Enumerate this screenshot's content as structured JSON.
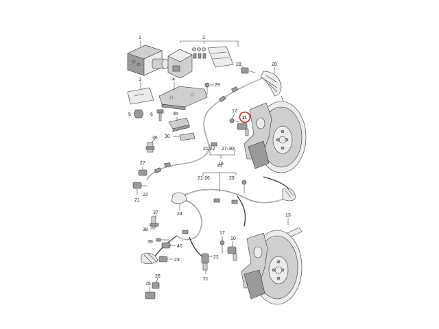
{
  "callouts": {
    "c1": "1",
    "c2": "2",
    "c3": "3",
    "c4": "4",
    "c5": "5",
    "c6": "6",
    "c28": "28",
    "c20": "20",
    "c29a": "29",
    "c35": "35",
    "c12": "12",
    "c11": "11",
    "c30": "30",
    "c36": "36",
    "c27": "27",
    "c22a": "22",
    "c21a": "21",
    "c21_22": "21,22",
    "c27_30": "27-30",
    "c16": "16",
    "c15": "15",
    "c21_26": "21-26",
    "c29b": "29",
    "c24": "24",
    "c37": "37",
    "c38": "38",
    "c39": "39",
    "c13": "13",
    "c40": "40",
    "c23": "23",
    "c26": "26",
    "c25": "25",
    "c17": "17",
    "c10": "10",
    "c22b": "22",
    "c21b": "21"
  },
  "highlight_color": "#cc2222"
}
